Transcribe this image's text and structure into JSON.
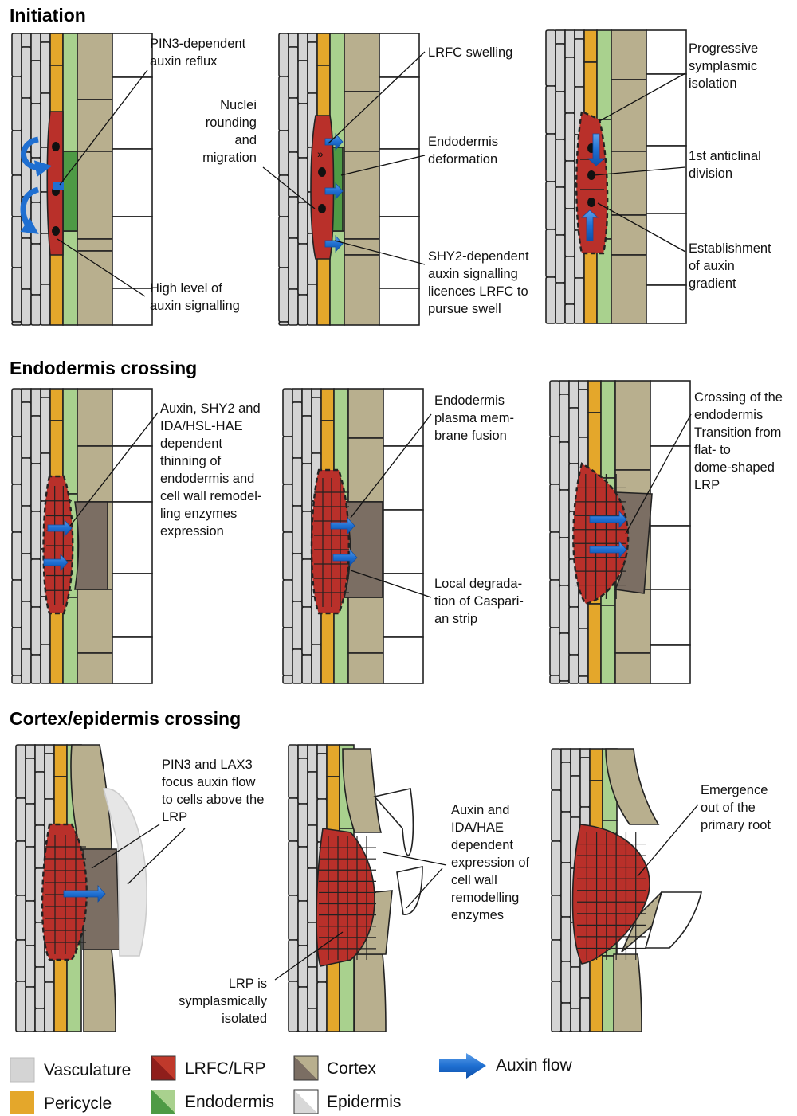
{
  "sections": {
    "initiation": {
      "title": "Initiation",
      "panel1": {
        "l1": [
          "PIN3-dependent",
          "auxin reflux"
        ],
        "l2": [
          "High level of",
          "auxin signalling"
        ]
      },
      "panel2": {
        "l1": [
          "LRFC swelling"
        ],
        "l2": [
          "Nuclei",
          "rounding",
          "and",
          "migration"
        ],
        "l3": [
          "Endodermis",
          "deformation"
        ],
        "l4": [
          "SHY2-dependent",
          "auxin signalling",
          "licences LRFC to",
          "pursue swell"
        ]
      },
      "panel3": {
        "l1": [
          "Progressive",
          "symplasmic",
          "isolation"
        ],
        "l2": [
          "1st anticlinal",
          "division"
        ],
        "l3": [
          "Establishment",
          "of auxin",
          "gradient"
        ]
      }
    },
    "endodermis": {
      "title": "Endodermis crossing",
      "panel1": {
        "l1": [
          "Auxin, SHY2 and",
          "IDA/HSL-HAE",
          "dependent",
          "thinning of",
          "endodermis and",
          "cell wall remodel-",
          "ling enzymes",
          "expression"
        ]
      },
      "panel2": {
        "l1": [
          "Endodermis",
          "plasma mem-",
          "brane fusion"
        ],
        "l2": [
          "Local degrada-",
          "tion of Caspari-",
          "an strip"
        ]
      },
      "panel3": {
        "l1": [
          "Crossing of the",
          "endodermis",
          "Transition from",
          "flat- to",
          "dome-shaped",
          "LRP"
        ]
      }
    },
    "cortex": {
      "title": "Cortex/epidermis crossing",
      "panel1": {
        "l1": [
          "PIN3 and LAX3",
          "focus auxin flow",
          "to cells above the",
          "LRP"
        ]
      },
      "panel2": {
        "l1": [
          "Auxin and",
          "IDA/HAE",
          "dependent",
          "expression of",
          "cell wall",
          "remodelling",
          "enzymes"
        ],
        "l2": [
          "LRP is",
          "symplasmically",
          "isolated"
        ]
      },
      "panel3": {
        "l1": [
          "Emergence",
          "out of the",
          "primary root"
        ]
      }
    }
  },
  "legend": {
    "vasculature": "Vasculature",
    "pericycle": "Pericycle",
    "lrfc": "LRFC/LRP",
    "endodermis": "Endodermis",
    "cortex": "Cortex",
    "epidermis": "Epidermis",
    "auxin": "Auxin flow"
  },
  "colors": {
    "vasculature": "#d4d4d4",
    "pericycle": "#e4a72b",
    "pericycle_dark": "#c8891a",
    "endodermis": "#a9d18e",
    "endodermis_dark": "#4e9a45",
    "cortex": "#b8af8e",
    "cortex_dark": "#7b6e63",
    "lrfc": "#b9302a",
    "lrfc_dark": "#8f1e1b",
    "arrow": "#1f6fd1",
    "epidermis": "#ffffff"
  }
}
